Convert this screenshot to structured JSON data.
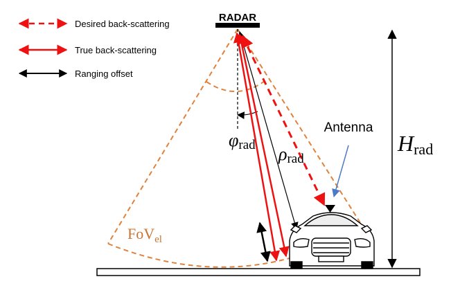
{
  "legend": {
    "desired_label": "Desired back-scattering",
    "true_label": "True back-scattering",
    "ranging_label": "Ranging offset"
  },
  "radar_label": "RADAR",
  "antenna_label": "Antenna",
  "phi": {
    "symbol": "φ",
    "sub": "rad"
  },
  "rho": {
    "symbol": "ρ",
    "sub": "rad"
  },
  "height": {
    "symbol": "H",
    "sub": "rad"
  },
  "fov": {
    "main": "FoV",
    "sub": "el"
  },
  "colors": {
    "red": "#ee1111",
    "fov_orange": "#e0823c",
    "antenna_arrow": "#4a7cc4",
    "black": "#000000"
  }
}
